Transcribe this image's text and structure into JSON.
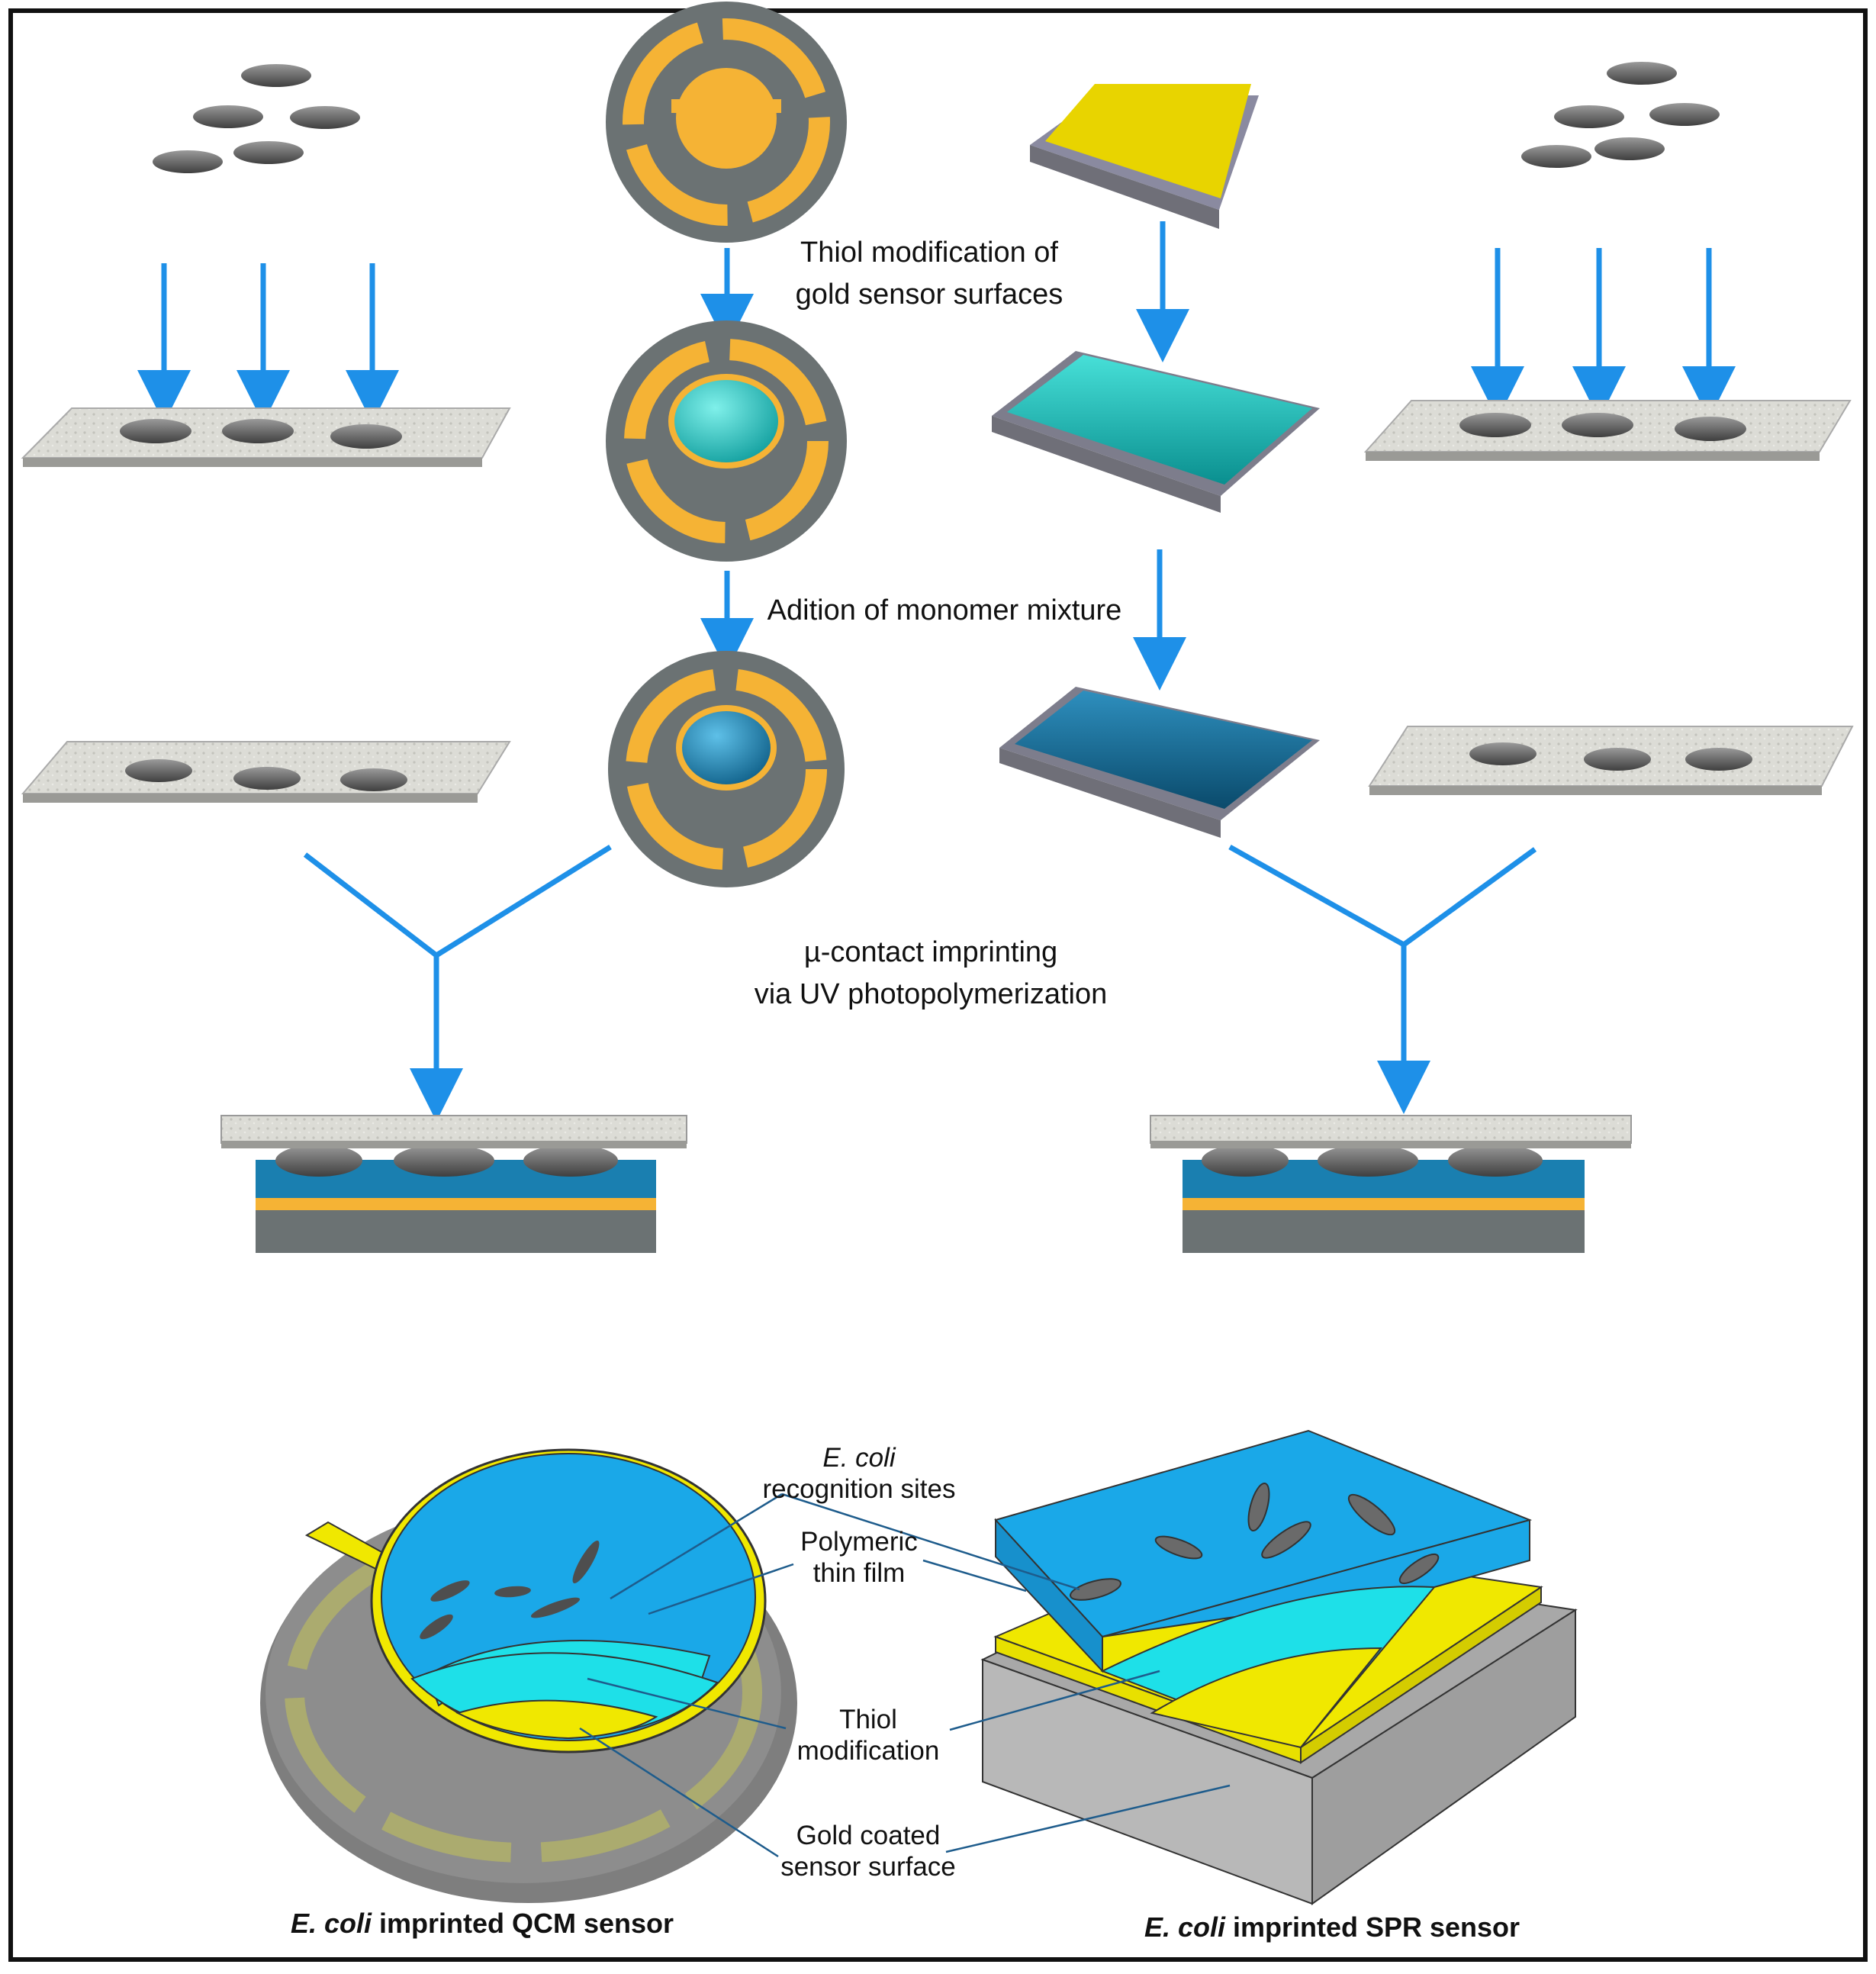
{
  "steps": {
    "thiol_line1": "Thiol modification of",
    "thiol_line2": "gold sensor surfaces",
    "monomer": "Adition of monomer mixture",
    "imprint_line1": "µ-contact imprinting",
    "imprint_line2": "via UV photopolymerization"
  },
  "parts": {
    "recog_italic": "E. coli",
    "recog_rest": "recognition sites",
    "polymer_line1": "Polymeric",
    "polymer_line2": "thin film",
    "thiol_line1": "Thiol",
    "thiol_line2": "modification",
    "gold_line1": "Gold coated",
    "gold_line2": "sensor surface"
  },
  "captions": {
    "qcm_italic": "E. coli",
    "qcm_rest": " imprinted QCM sensor",
    "spr_italic": "E. coli",
    "spr_rest": " imprinted SPR sensor"
  },
  "colors": {
    "arrow": "#1e90e8",
    "gold": "#f5b335",
    "thiol": "#1ec8c8",
    "polymer": "#1a7fb0",
    "substrate": "#6b7273",
    "bacteria": "#7d7d7d",
    "stamp": "#d8d8d4",
    "spr_gold": "#e8d400"
  }
}
